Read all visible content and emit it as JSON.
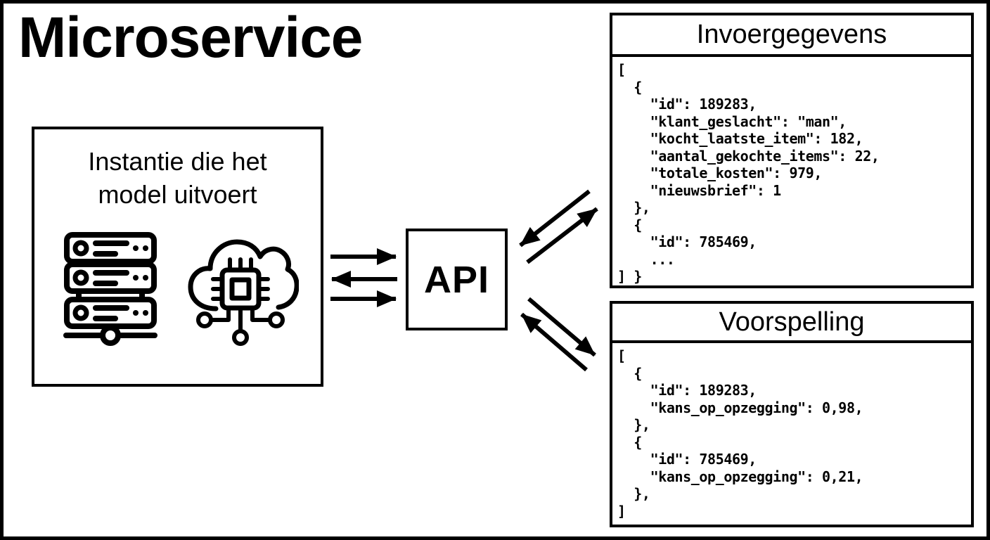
{
  "title": "Microservice",
  "colors": {
    "ink": "#000000",
    "paper": "#ffffff"
  },
  "instance_box": {
    "label_line1": "Instantie die het",
    "label_line2": "model uitvoert",
    "icons": [
      "server-rack-icon",
      "cloud-chip-icon"
    ]
  },
  "api_box": {
    "label": "API"
  },
  "panels": {
    "input": {
      "title": "Invoergegevens",
      "code_lines": [
        "[",
        "  {",
        "    \"id\": 189283,",
        "    \"klant_geslacht\": \"man\",",
        "    \"kocht_laatste_item\": 182,",
        "    \"aantal_gekochte_items\": 22,",
        "    \"totale_kosten\": 979,",
        "    \"nieuwsbrief\": 1",
        "  },",
        "  {",
        "    \"id\": 785469,",
        "    ...",
        "] }"
      ]
    },
    "prediction": {
      "title": "Voorspelling",
      "code_lines": [
        "[",
        "  {",
        "    \"id\": 189283,",
        "    \"kans_op_opzegging\": 0,98,",
        "  },",
        "  {",
        "    \"id\": 785469,",
        "    \"kans_op_opzegging\": 0,21,",
        "  },",
        "]"
      ]
    }
  }
}
